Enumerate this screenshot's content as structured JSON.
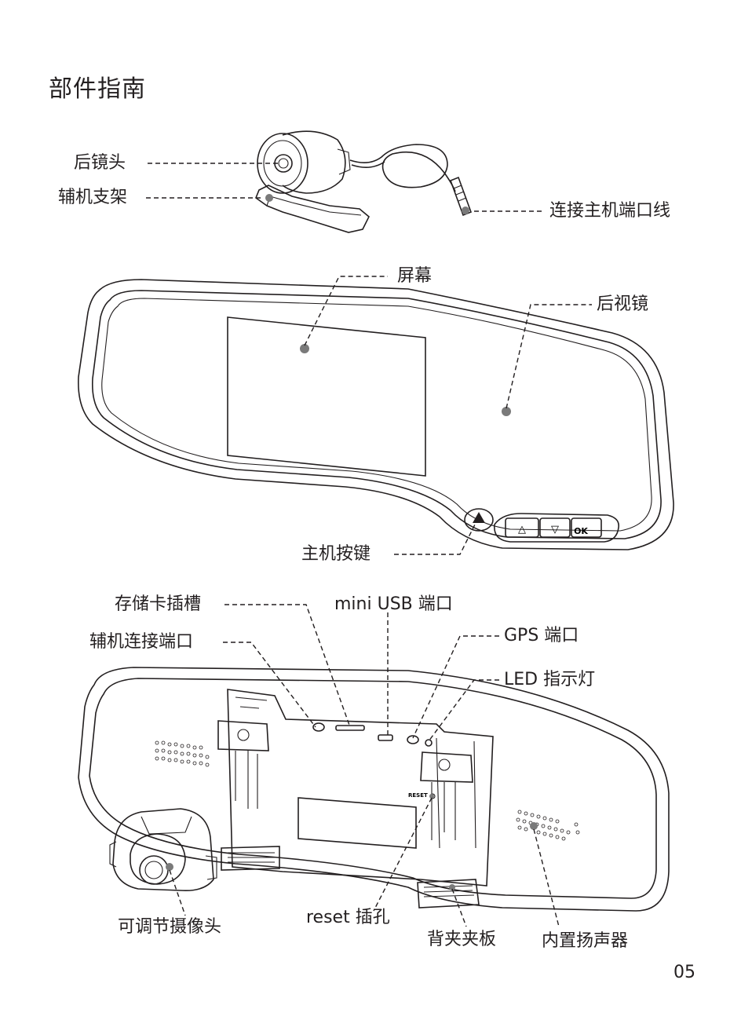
{
  "title": "部件指南",
  "labels": {
    "rear_lens": "后镜头",
    "aux_bracket": "辅机支架",
    "host_port_cable": "连接主机端口线",
    "screen": "屏幕",
    "rearview_mirror": "后视镜",
    "main_buttons": "主机按键",
    "sd_slot": "存储卡插槽",
    "mini_usb": "mini USB 端口",
    "aux_port": "辅机连接端口",
    "gps_port": "GPS 端口",
    "led": "LED 指示灯",
    "adjustable_camera": "可调节摄像头",
    "reset_hole": "reset 插孔",
    "back_clip": "背夹夹板",
    "speaker": "内置扬声器"
  },
  "device_markings": {
    "ok_button": "OK",
    "up_button": "△",
    "down_button": "▽",
    "reset_text": "RESET"
  },
  "page_number": "05"
}
